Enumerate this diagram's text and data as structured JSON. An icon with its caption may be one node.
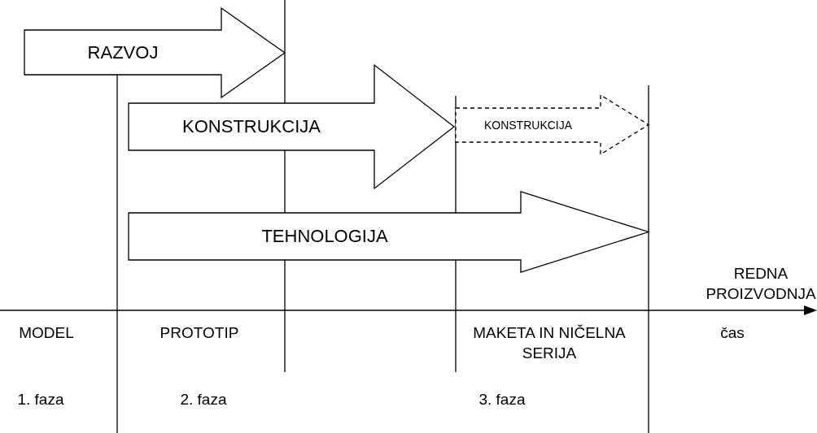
{
  "diagram": {
    "nodes": [
      {
        "text": [
          "RAZVOJ"
        ]
      },
      {
        "text": [
          "KONSTRUKCIJA"
        ]
      },
      {
        "text": [
          "KONSTRUKCIJA"
        ]
      },
      {
        "text": [
          "TEHNOLOGIJA"
        ]
      }
    ],
    "labels": [
      "REDNA PROIZVODNJA",
      "MODEL",
      "PROTOTIP",
      "MAKETA IN NIČELNA SERIJA",
      "čas",
      "1. faza",
      "2. faza",
      "3. faza"
    ]
  }
}
